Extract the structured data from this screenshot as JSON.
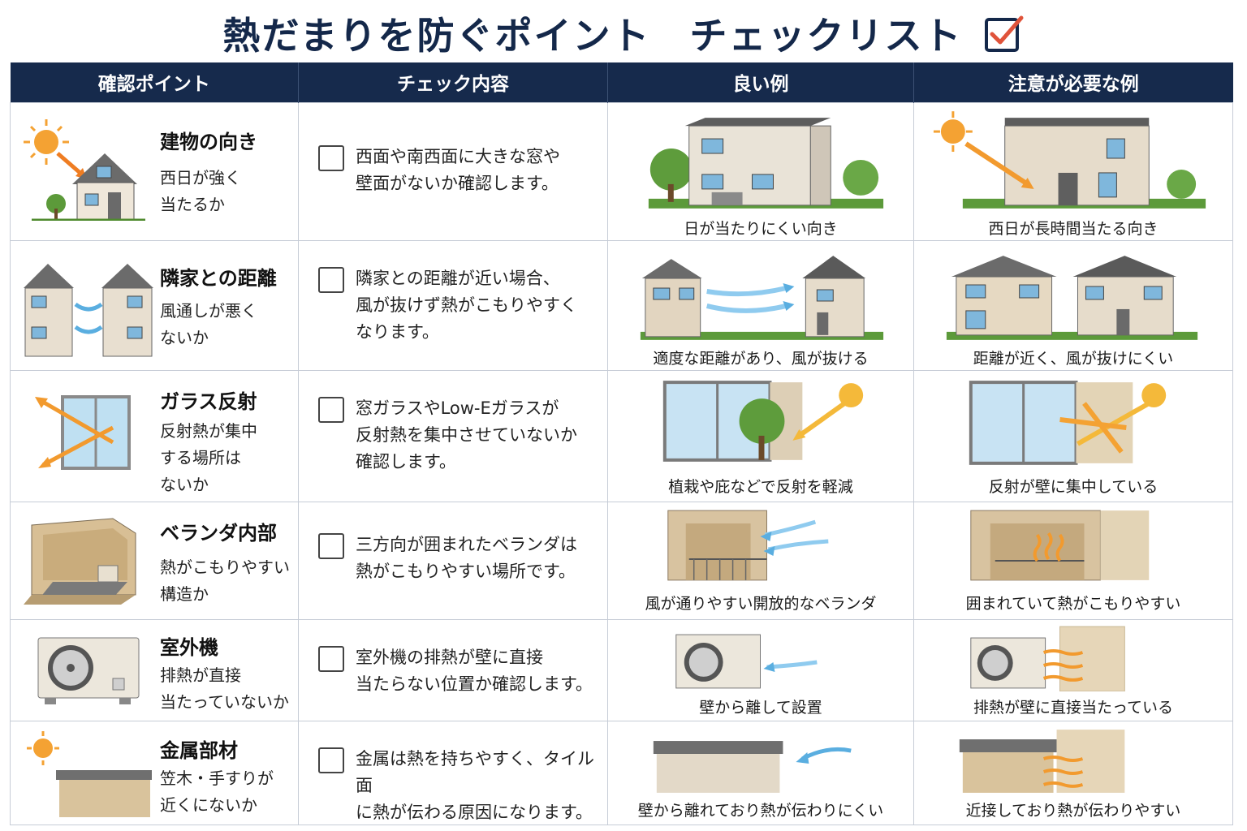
{
  "title": "熱だまりを防ぐポイント　チェックリスト",
  "headers": [
    "確認ポイント",
    "チェック内容",
    "良い例",
    "注意が必要な例"
  ],
  "rows": [
    {
      "point_title": "建物の向き",
      "point_desc": "西日が強く\n当たるか",
      "check_text": "西面や南西面に大きな窓や\n壁面がないか確認します。",
      "good_caption": "日が当たりにくい向き",
      "caution_caption": "西日が長時間当たる向き",
      "icon": "house-sun-icon"
    },
    {
      "point_title": "隣家との距離",
      "point_desc": "風通しが悪く\nないか",
      "check_text": "隣家との距離が近い場合、\n風が抜けず熱がこもりやすく\nなります。",
      "good_caption": "適度な距離があり、風が抜ける",
      "caution_caption": "距離が近く、風が抜けにくい",
      "icon": "neighbor-houses-icon"
    },
    {
      "point_title": "ガラス反射",
      "point_desc": "反射熱が集中\nする場所は\nないか",
      "check_text": "窓ガラスやLow-Eガラスが\n反射熱を集中させていないか\n確認します。",
      "good_caption": "植栽や庇などで反射を軽減",
      "caution_caption": "反射が壁に集中している",
      "icon": "window-reflection-icon"
    },
    {
      "point_title": "ベランダ内部",
      "point_desc": "熱がこもりやすい\n構造か",
      "check_text": "三方向が囲まれたベランダは\n熱がこもりやすい場所です。",
      "good_caption": "風が通りやすい開放的なベランダ",
      "caution_caption": "囲まれていて熱がこもりやすい",
      "icon": "balcony-icon"
    },
    {
      "point_title": "室外機",
      "point_desc": "排熱が直接\n当たっていないか",
      "check_text": "室外機の排熱が壁に直接\n当たらない位置か確認します。",
      "good_caption": "壁から離して設置",
      "caution_caption": "排熱が壁に直接当たっている",
      "icon": "ac-outdoor-unit-icon"
    },
    {
      "point_title": "金属部材",
      "point_desc": "笠木・手すりが\n近くにないか",
      "check_text": "金属は熱を持ちやすく、タイル面\nに熱が伝わる原因になります。",
      "good_caption": "壁から離れており熱が伝わりにくい",
      "caution_caption": "近接しており熱が伝わりやすい",
      "icon": "metal-coping-icon"
    }
  ],
  "colors": {
    "header_bg": "#162a4c",
    "title": "#14284a",
    "sun": "#f4a233",
    "hot_arrow": "#f29a2e",
    "wind_arrow": "#5aaee0",
    "check_mark": "#e0533a"
  }
}
